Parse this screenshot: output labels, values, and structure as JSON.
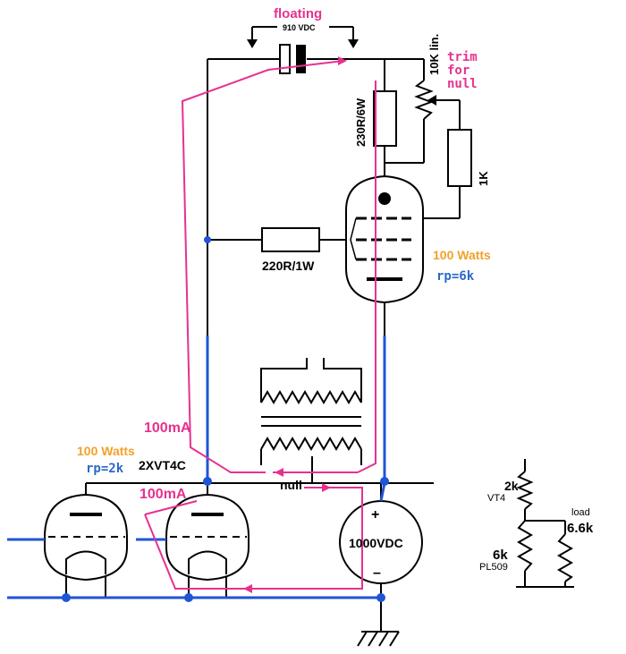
{
  "labels": {
    "floating": "floating",
    "floating_voltage": "910 VDC",
    "pot": "10K lin.",
    "trim_1": "trim",
    "trim_2": "for",
    "trim_3": "null",
    "r_anode": "230R/6W",
    "r_1k": "1K",
    "r_grid": "220R/1W",
    "power_right": "100 Watts",
    "rp_right": "rp=6k",
    "current_top": "100mA",
    "power_left": "100 Watts",
    "rp_left": "rp=2k",
    "tube_left": "2XVT4C",
    "current_bottom": "100mA",
    "null_label": "null",
    "supply": "1000VDC",
    "plus": "+",
    "minus": "–"
  },
  "equivalent": {
    "r_top": "2k",
    "r_top_name": "VT4",
    "r_bottom": "6k",
    "r_bottom_name": "PL509",
    "load_label": "load",
    "r_load": "6.6k"
  },
  "colors": {
    "wire": "#000000",
    "blue_wire": "#1f54d6",
    "current_arrow": "#e6318f",
    "watts": "#f2a12a",
    "rp": "#2b68c9"
  }
}
